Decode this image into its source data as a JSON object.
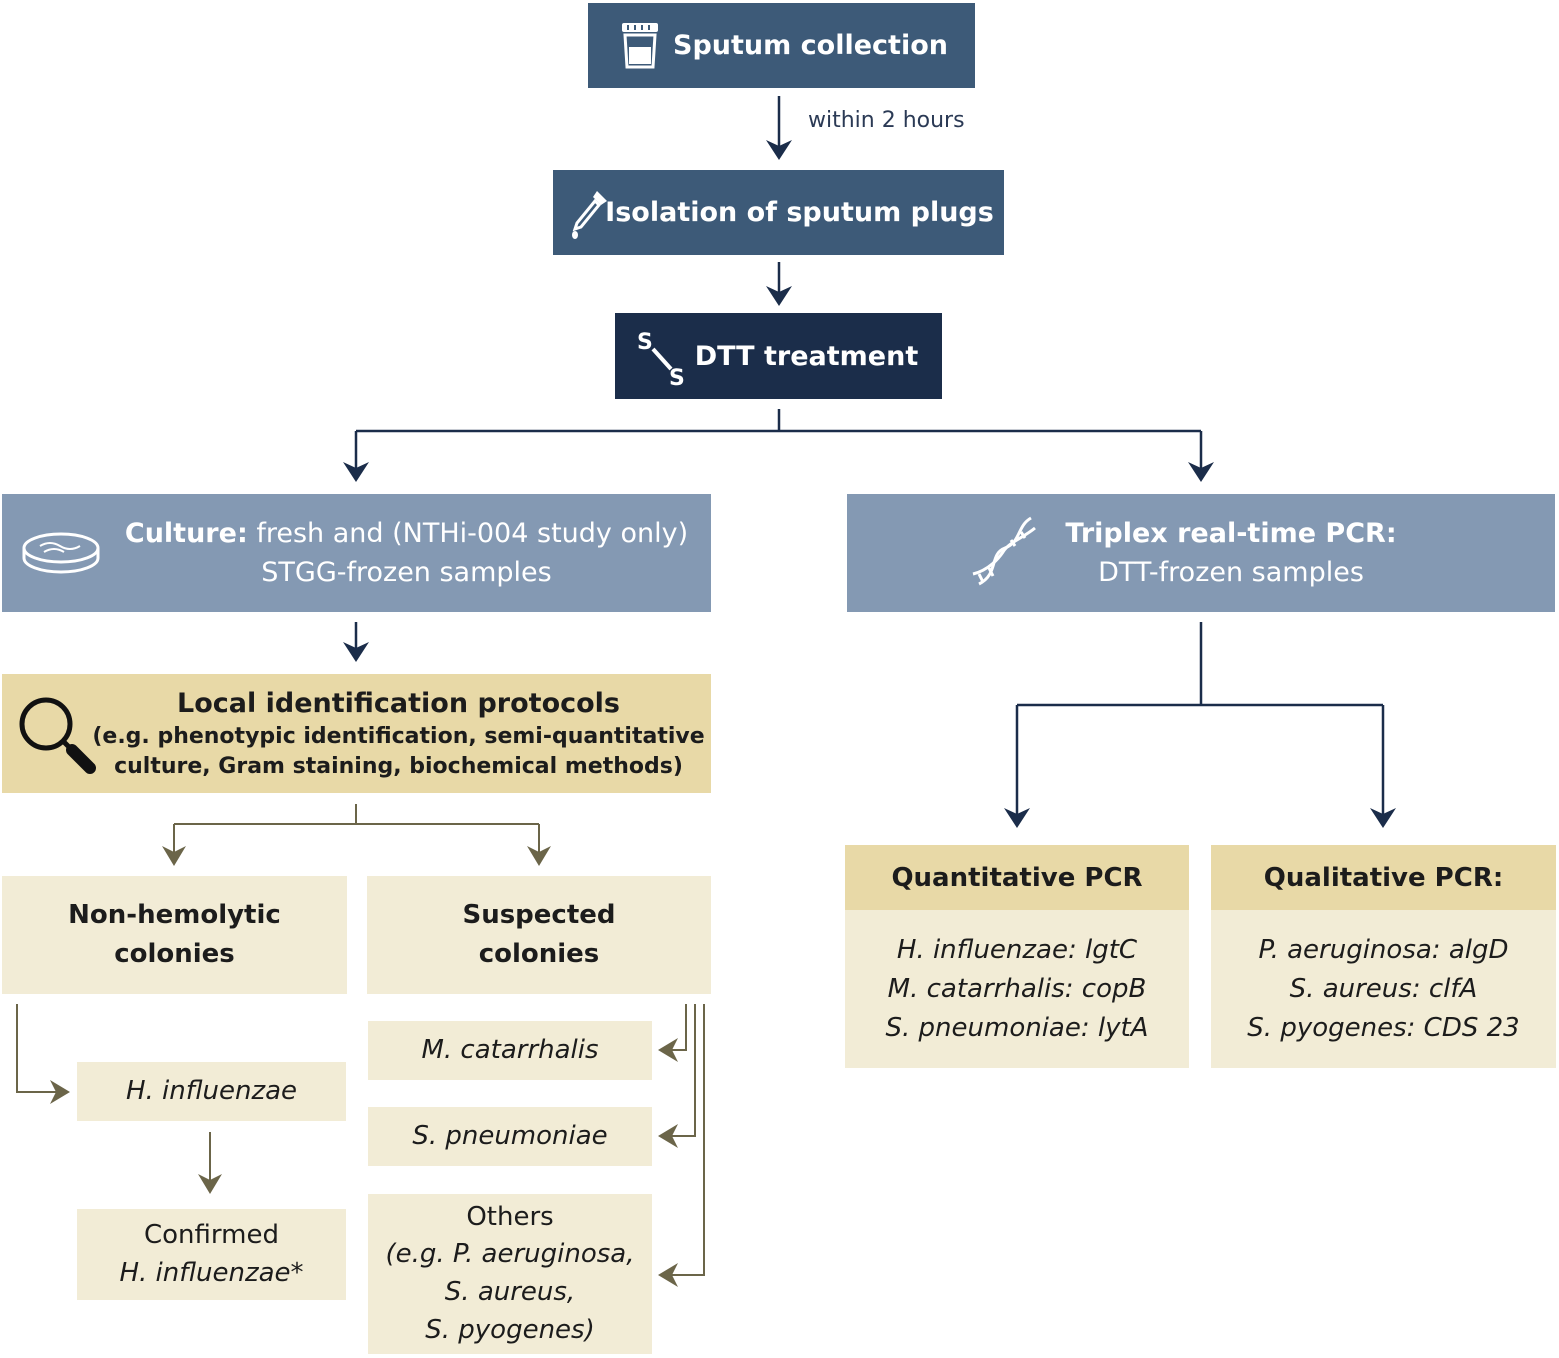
{
  "steps": {
    "sputum": "Sputum collection",
    "within": "within 2 hours",
    "isolation": "Isolation of sputum plugs",
    "dtt": "DTT treatment"
  },
  "culture": {
    "title": "Culture:",
    "line1": "fresh and (NTHi-004 study only)",
    "line2": "STGG-frozen samples"
  },
  "pcr": {
    "title": "Triplex real-time PCR:",
    "line2": "DTT-frozen samples"
  },
  "local": {
    "title": "Local identification protocols",
    "line1": "(e.g. phenotypic identification, semi-quantitative",
    "line2": "culture, Gram staining, biochemical methods)"
  },
  "colonies": {
    "nonhemo_1": "Non-hemolytic",
    "nonhemo_2": "colonies",
    "suspected_1": "Suspected",
    "suspected_2": "colonies"
  },
  "results": {
    "hinf": "H. influenzae",
    "confirmed_1": "Confirmed",
    "confirmed_2": "H. influenzae*",
    "mcat": "M. catarrhalis",
    "spneu": "S. pneumoniae",
    "others_1": "Others",
    "others_2": "(e.g. P. aeruginosa,",
    "others_3": "S. aureus,",
    "others_4": "S. pyogenes)"
  },
  "quant": {
    "title": "Quantitative PCR",
    "l1": "H. influenzae: lgtC",
    "l2": "M. catarrhalis: copB",
    "l3": "S. pneumoniae: lytA"
  },
  "qual": {
    "title": "Qualitative PCR:",
    "l1": "P. aeruginosa: algD",
    "l2": "S. aureus: clfA",
    "l3": "S. pyogenes: CDS 23"
  },
  "icons": [
    "sample-cup-icon",
    "pipette-icon",
    "disulfide-icon",
    "petri-dish-icon",
    "dna-icon",
    "magnifier-icon"
  ],
  "colors": {
    "dark": "#3d5a78",
    "darkest": "#1b2d4a",
    "blue": "#8499b3",
    "gold": "#e8d9a7",
    "cream": "#f2ecd6",
    "navy_line": "#1b2d4a",
    "olive_line": "#6b6549"
  }
}
